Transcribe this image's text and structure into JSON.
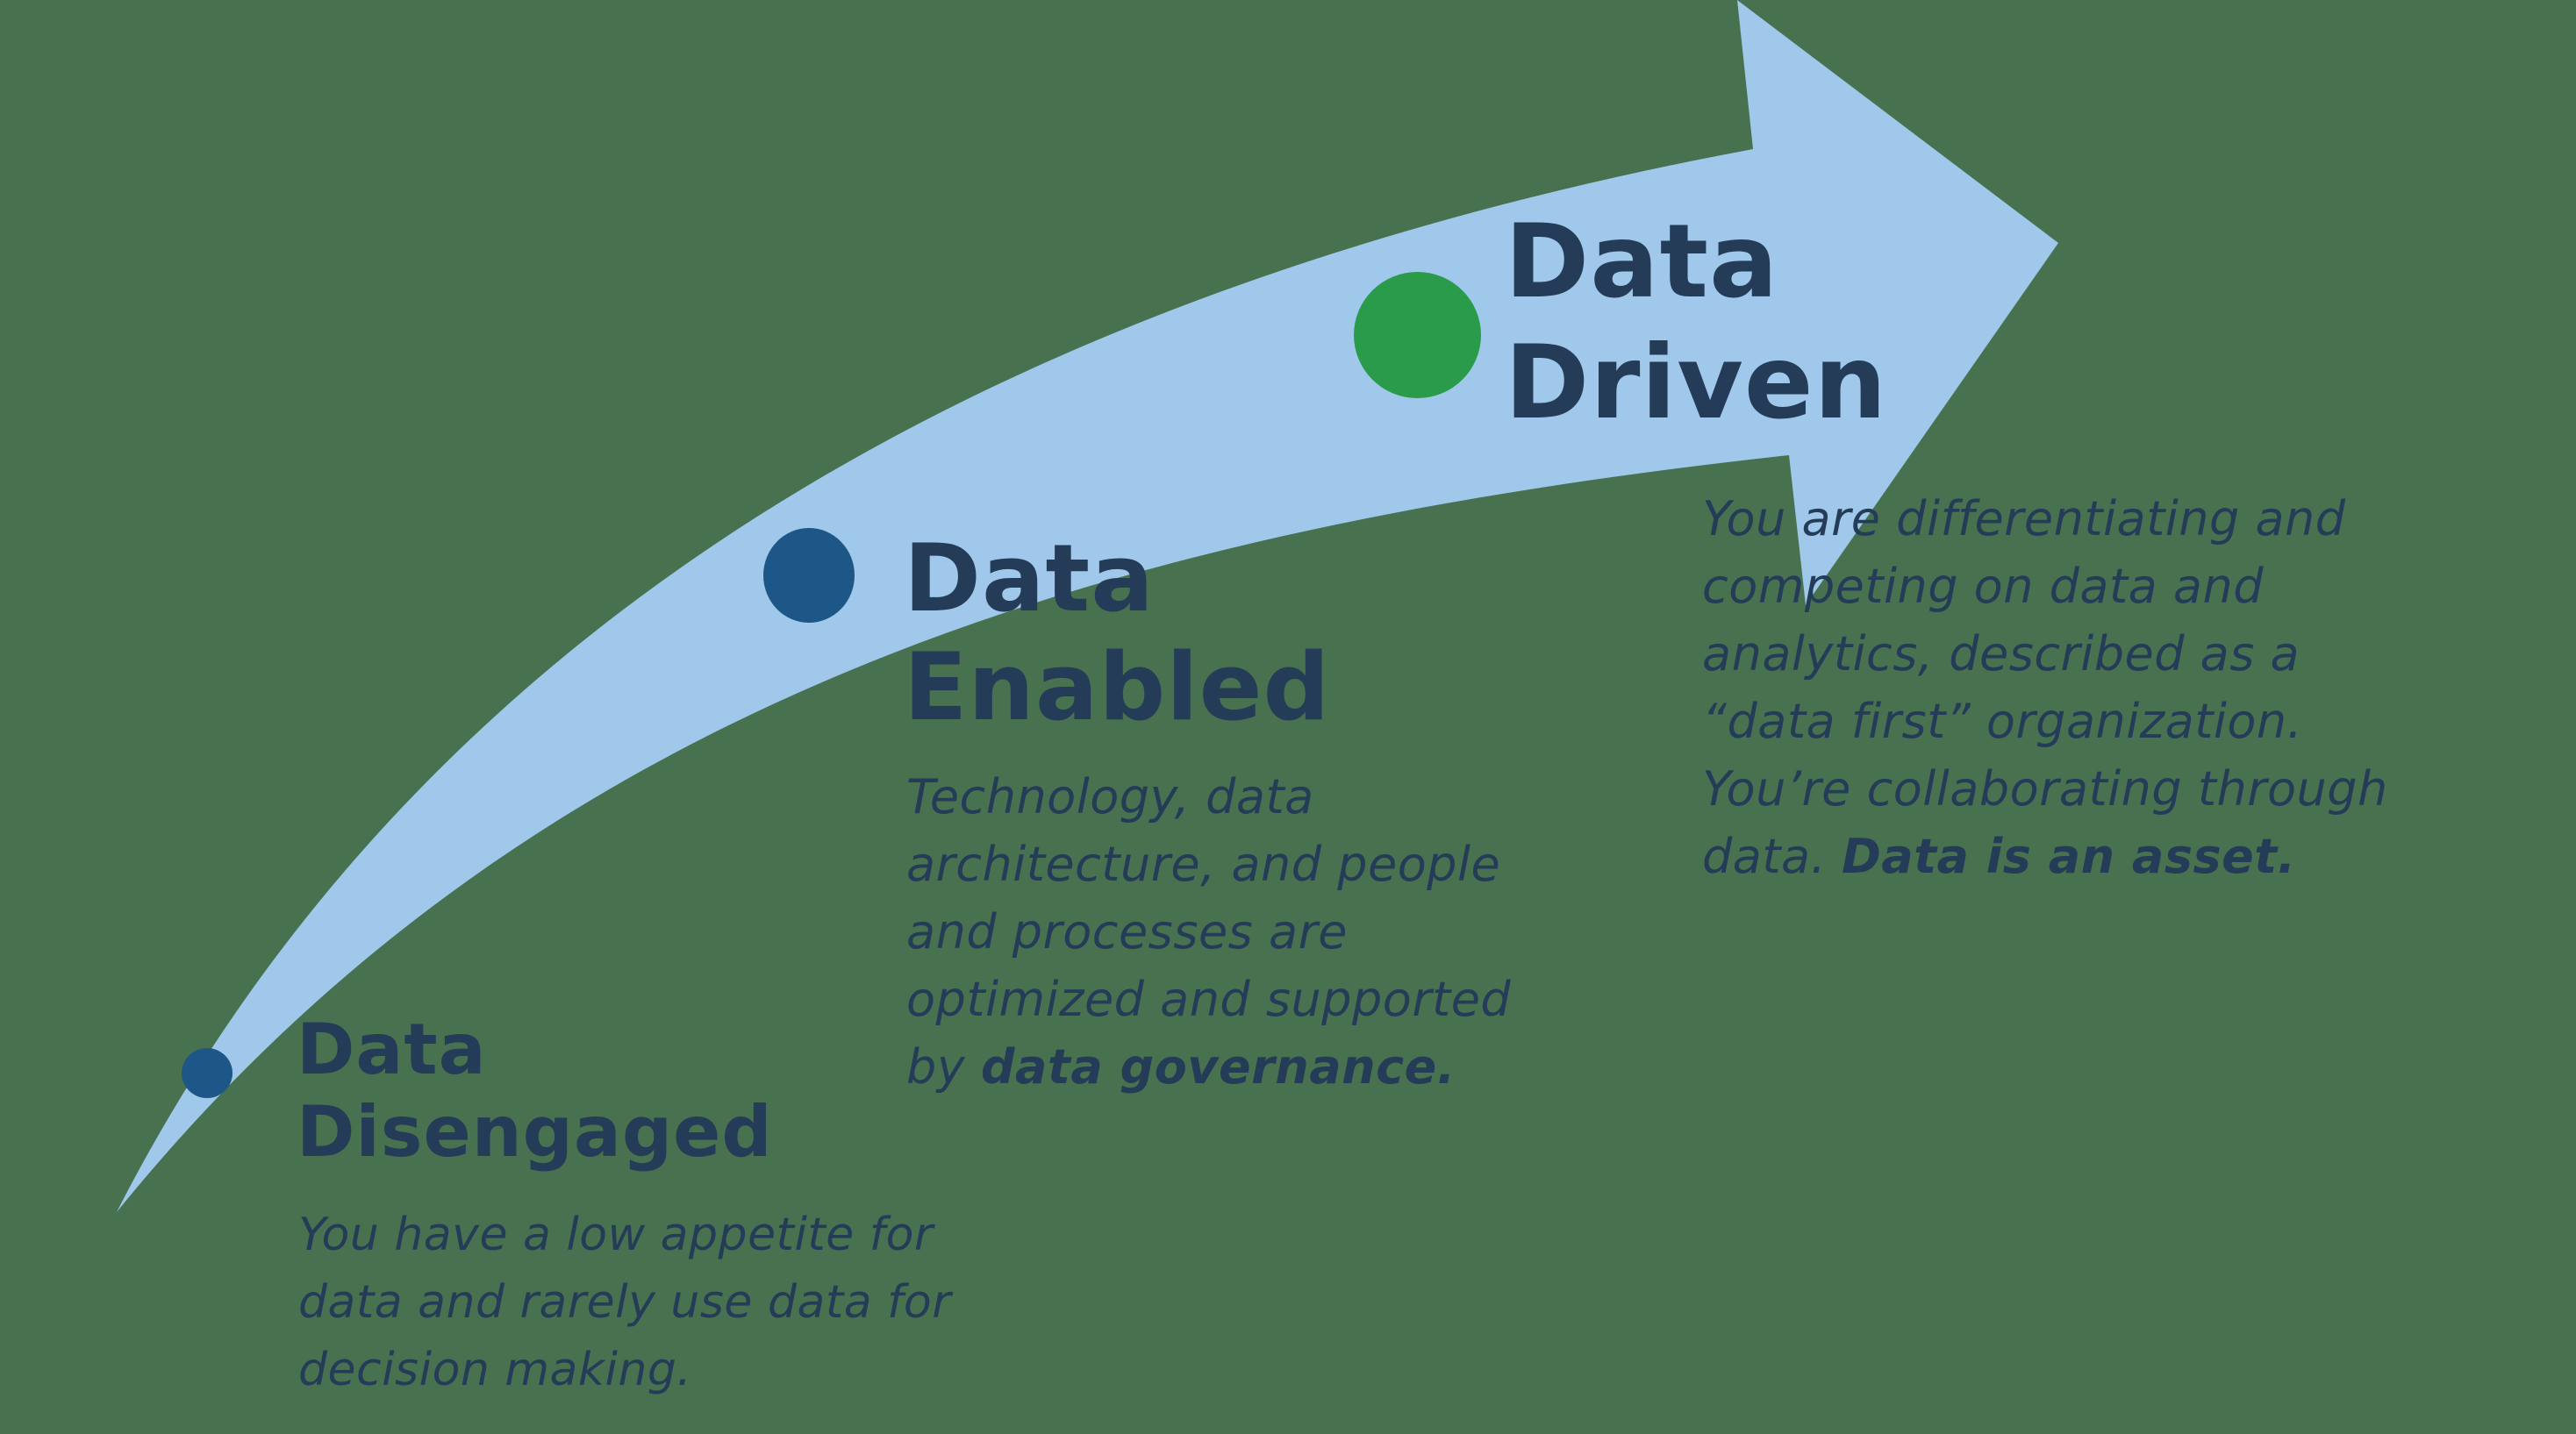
{
  "colors": {
    "background": "#48714f",
    "arrow": "#9fc8eb",
    "text": "#243c57",
    "dot_blue": "#1d5787",
    "dot_green": "#2a9b4b"
  },
  "arrow": {
    "icon": "curved-arrow-icon",
    "direction": "up-right"
  },
  "stages": [
    {
      "id": "disengaged",
      "title_line1": "Data",
      "title_line2": "Disengaged",
      "dot_color": "#1d5787",
      "dot_size": "small",
      "description_lines": [
        "You have a low appetite for",
        "data and rarely use data for",
        "decision making."
      ],
      "emphasis": ""
    },
    {
      "id": "enabled",
      "title_line1": "Data",
      "title_line2": "Enabled",
      "dot_color": "#1d5787",
      "dot_size": "medium",
      "description_lines": [
        "Technology, data",
        "architecture, and people",
        "and processes are",
        "optimized and supported",
        "by "
      ],
      "emphasis": "data governance."
    },
    {
      "id": "driven",
      "title_line1": "Data",
      "title_line2": "Driven",
      "dot_color": "#2a9b4b",
      "dot_size": "large",
      "description_lines": [
        "You are differentiating and",
        "competing on data and",
        "analytics, described as a",
        "“data first” organization.",
        "You’re collaborating through",
        "data. "
      ],
      "emphasis": "Data is an asset."
    }
  ]
}
